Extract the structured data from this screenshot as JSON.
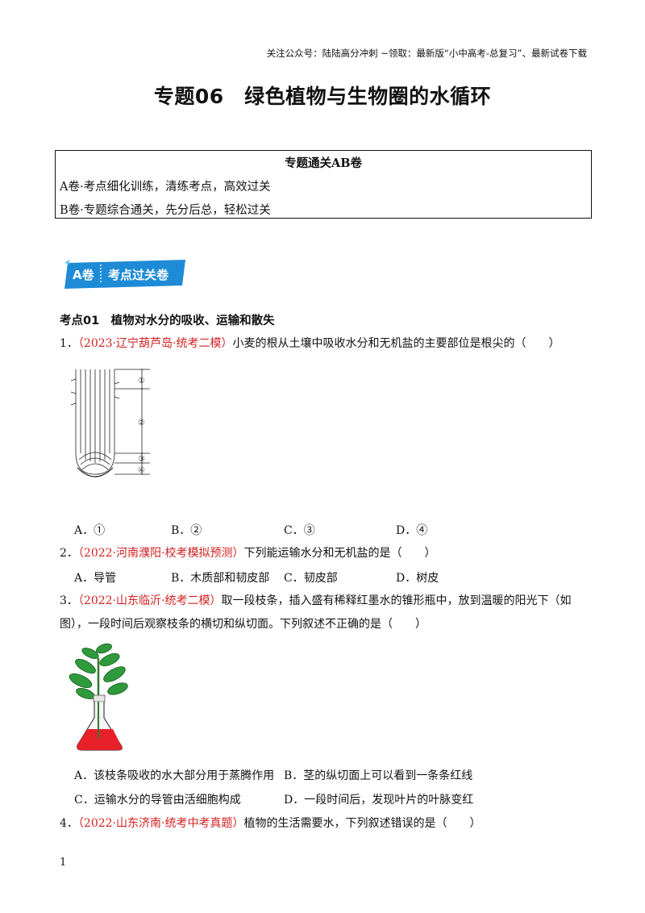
{
  "header_note": "关注公众号：陆陆高分冲刺 ~领取：最新版“小中高考-总复习”、最新试卷下载",
  "title": "专题06　绿色植物与生物圈的水循环",
  "box": {
    "title": "专题通关AB卷",
    "line_a": "A卷·考点细化训练，清练考点，高效过关",
    "line_b": "B卷·专题综合通关，先分后总，轻松过关"
  },
  "banner": {
    "part_a": "A卷",
    "part_b": "考点过关卷"
  },
  "section": "考点01　植物对水分的吸收、运输和散失",
  "figure1_labels": [
    "①",
    "②",
    "③",
    "④"
  ],
  "questions": [
    {
      "num": "1．",
      "source": "（2023·辽宁葫芦岛·统考二模）",
      "text": "小麦的根从土壤中吸收水分和无机盐的主要部位是根尖的（　　）",
      "options": [
        "A．①",
        "B．②",
        "C．③",
        "D．④"
      ]
    },
    {
      "num": "2．",
      "source": "（2022·河南濮阳·校考模拟预测）",
      "text": "下列能运输水分和无机盐的是（　　）",
      "options": [
        "A．导管",
        "B．木质部和韧皮部",
        "C．韧皮部",
        "D．树皮"
      ]
    },
    {
      "num": "3．",
      "source": "（2022·山东临沂·统考二模）",
      "text": "取一段枝条，插入盛有稀释红墨水的锥形瓶中，放到温暖的阳光下（如",
      "text2": "图），一段时间后观察枝条的横切和纵切面。下列叙述不正确的是（　　）",
      "options": [
        "A．该枝条吸收的水大部分用于蒸腾作用",
        "B．茎的纵切面上可以看到一条条红线",
        "C．运输水分的导管由活细胞构成",
        "D．一段时间后，发现叶片的叶脉变红"
      ]
    },
    {
      "num": "4．",
      "source": "（2022·山东济南·统考中考真题）",
      "text": "植物的生活需要水，下列叙述错误的是（　　）"
    }
  ],
  "page_number": "1",
  "colors": {
    "source_red": "#d21f1f",
    "banner_blue": "#1e8bd6",
    "liquid_red": "#e8202a",
    "leaf_green": "#2f9a3c"
  }
}
